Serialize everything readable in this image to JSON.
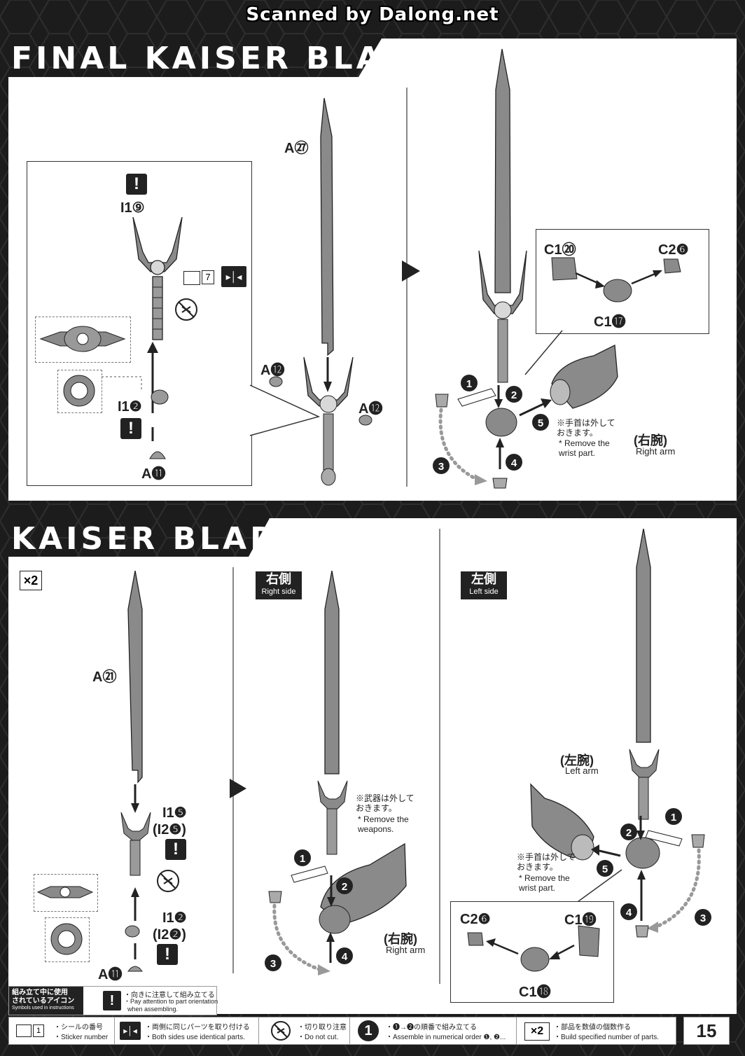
{
  "scan_banner": "Scanned by Dalong.net",
  "page_number": "15",
  "section_final": {
    "title": "FINAL KAISER BLADE",
    "labels": {
      "a27": "A㉗",
      "i1_9": "I1⑨",
      "i1_2": "I1❷",
      "a11": "A⓫",
      "a12_left": "A⓬",
      "a12_right": "A⓬",
      "c1_20": "C1⑳",
      "c2_6": "C2❻",
      "c1_17": "C1⓱",
      "sticker_num": "7"
    },
    "wrist_note_jp": "※手首は外して\nおきます。",
    "wrist_note_en": "* Remove the\nwrist part.",
    "right_arm_jp": "(右腕)",
    "right_arm_en": "Right arm",
    "steps": [
      "1",
      "2",
      "3",
      "4",
      "5"
    ]
  },
  "section_kaiser": {
    "title": "KAISER BLADE",
    "multiplier": "×2",
    "labels": {
      "a21": "A㉑",
      "i1_5": "I1❺",
      "i1_5b": "(I2❺)",
      "i1_2": "I1❷",
      "i1_2b": "(I2❷)",
      "a11": "A⓫",
      "c2_6": "C2❻",
      "c1_19": "C1⓳",
      "c1_18": "C1⓲"
    },
    "right_side_jp": "右側",
    "right_side_en": "Right side",
    "left_side_jp": "左側",
    "left_side_en": "Left side",
    "weapons_note_jp": "※武器は外して\nおきます。",
    "weapons_note_en": "* Remove the\nweapons.",
    "wrist_note_jp": "※手首は外して\nおきます。",
    "wrist_note_en": "* Remove the\nwrist part.",
    "right_arm_jp": "(右腕)",
    "right_arm_en": "Right arm",
    "left_arm_jp": "(左腕)",
    "left_arm_en": "Left arm"
  },
  "symbols_legend": {
    "heading_jp": "組み立て中に使用\nされているアイコン",
    "heading_en": "Symbols used in instructions",
    "orientation_jp": "・向きに注意して組み立てる",
    "orientation_en": "・Pay attention to part orientation\n  when assembling."
  },
  "footer_legend": [
    {
      "icon": "sticker-icon",
      "jp": "・シールの番号",
      "en": "・Sticker number"
    },
    {
      "icon": "both-sides-icon",
      "jp": "・両側に同じパーツを取り付ける",
      "en": "・Both sides use identical parts."
    },
    {
      "icon": "do-not-cut-icon",
      "jp": "・切り取り注意",
      "en": "・Do not cut."
    },
    {
      "icon": "step-order-icon",
      "jp": "・❶→❷の順番で組み立てる",
      "en": "・Assemble in numerical order ❶, ❷..."
    },
    {
      "icon": "multiplier-icon",
      "jp": "・部品を数値の個数作る",
      "en": "・Build specified number of parts."
    }
  ],
  "colors": {
    "frame": "#1c1c1c",
    "panel": "#ffffff",
    "part_gray": "#8a8a8a",
    "text": "#222222"
  }
}
